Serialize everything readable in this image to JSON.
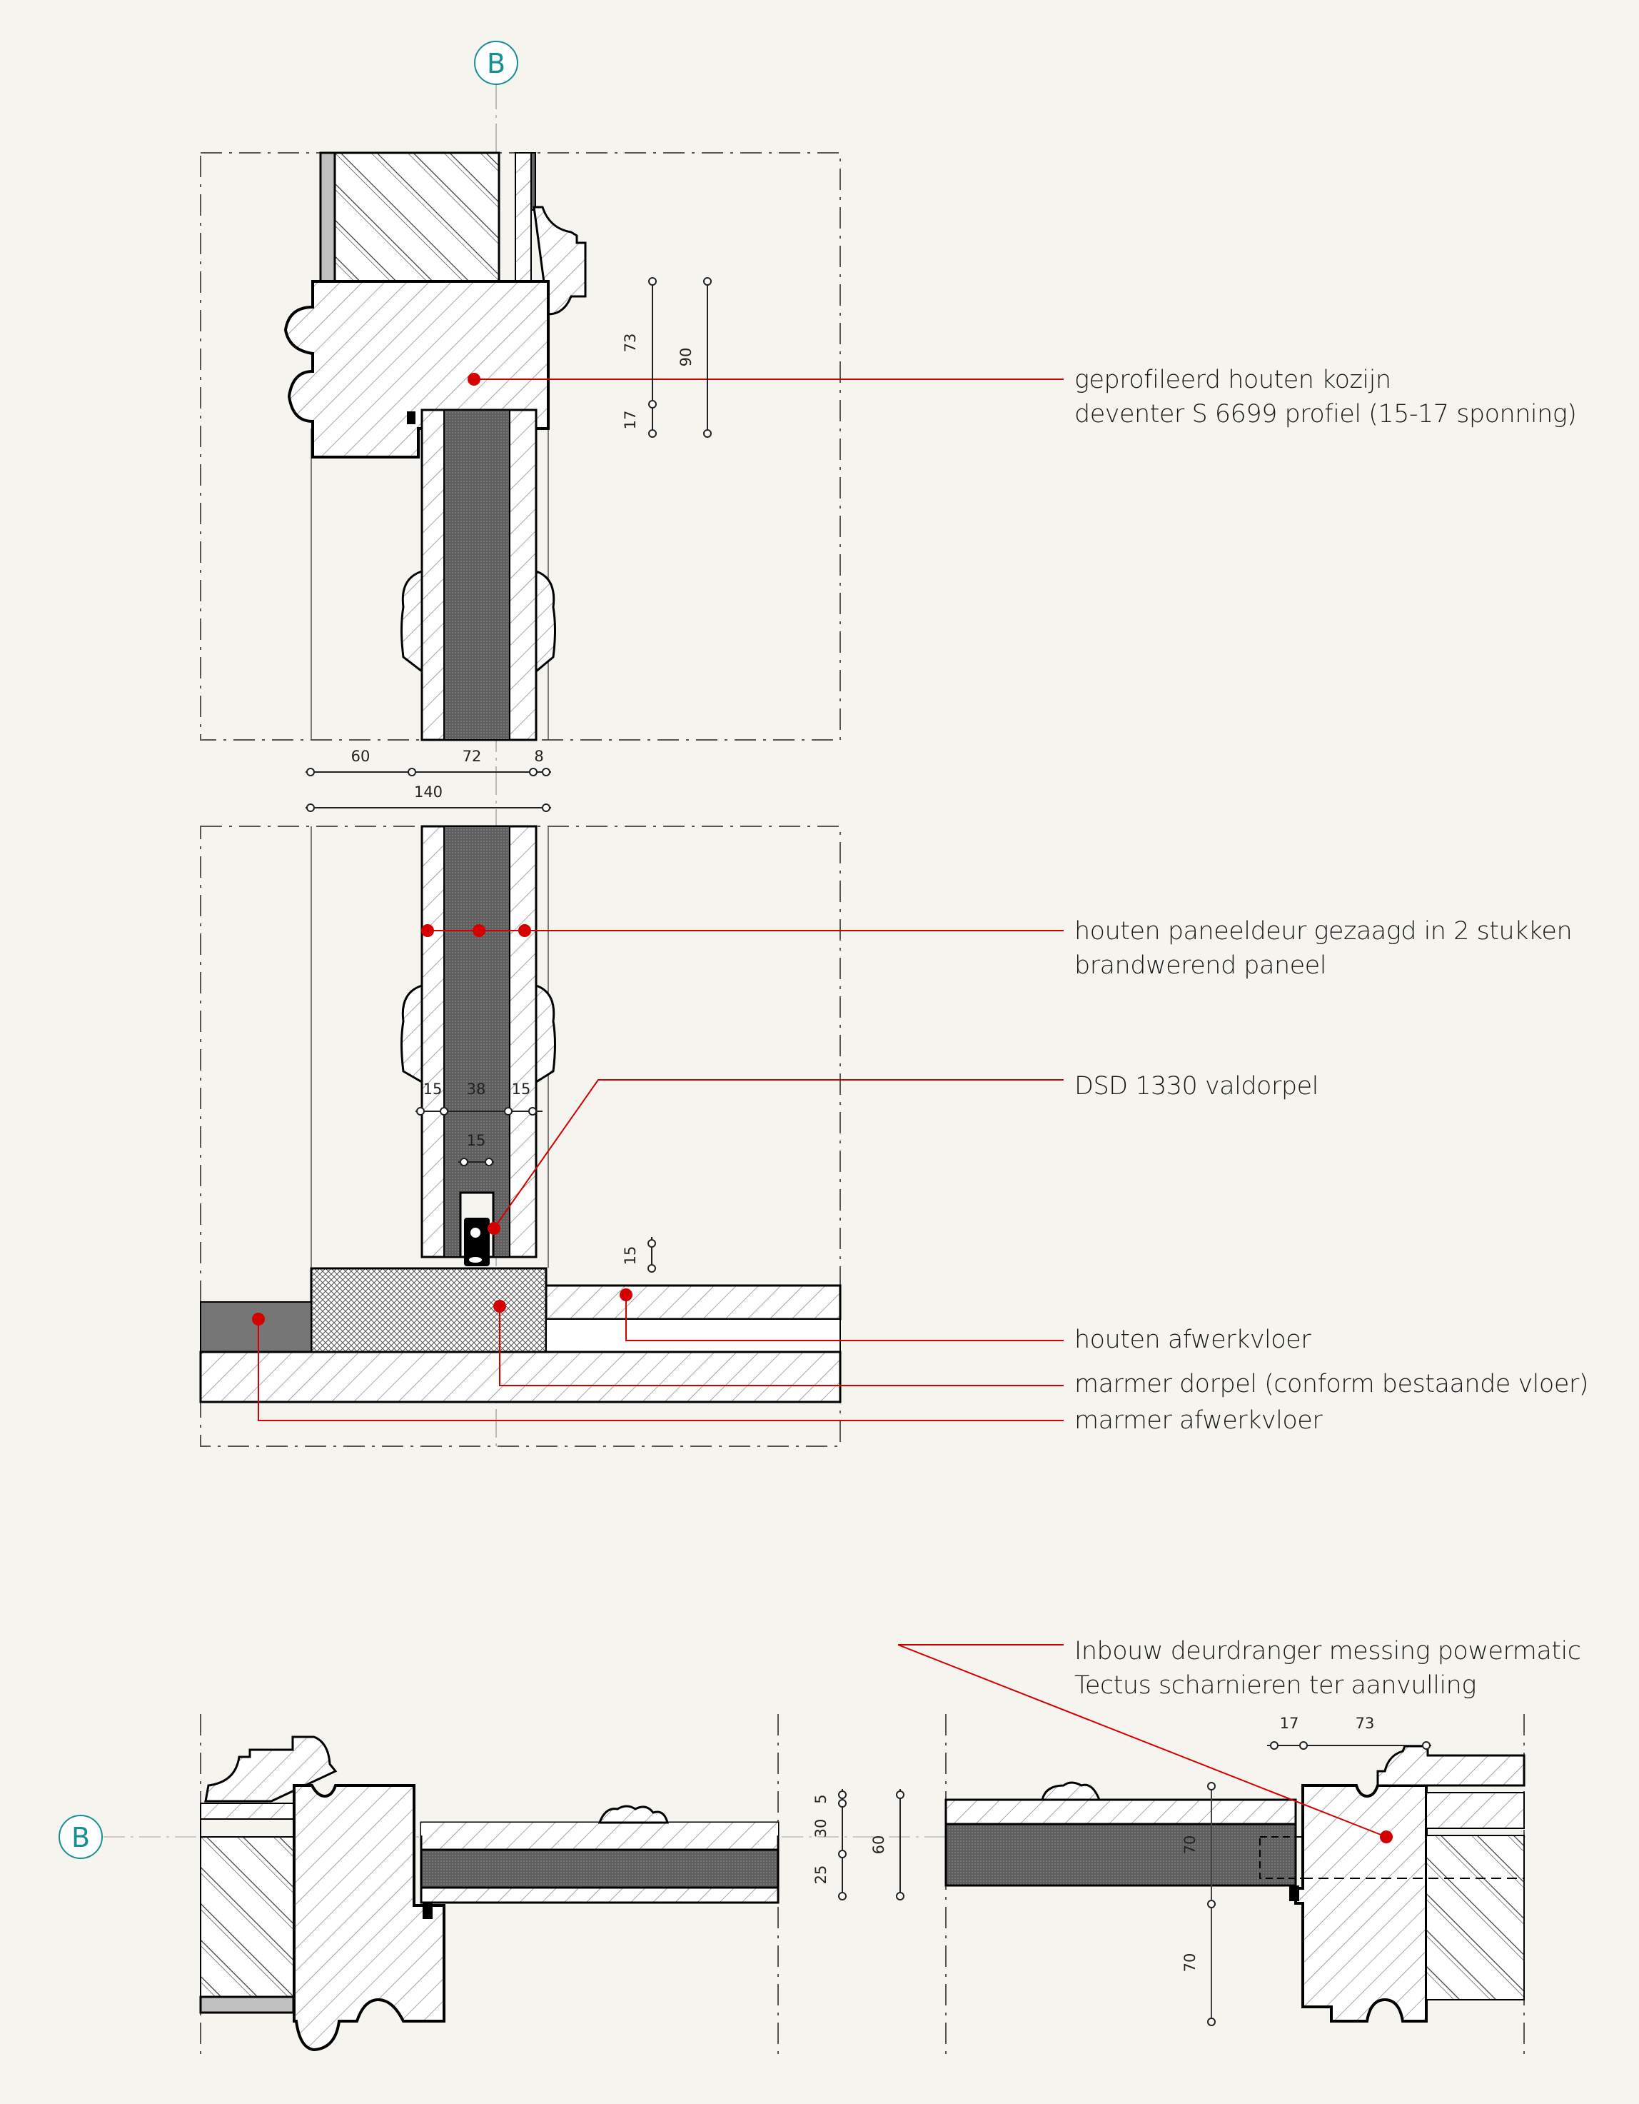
{
  "axis_marker": {
    "label": "B",
    "color": "#178f93"
  },
  "colors": {
    "leader": "#d40000",
    "panel_core": "#6b6b6b",
    "marble_floor": "#767676",
    "background": "#f5f4ef"
  },
  "annotations": {
    "kozijn": {
      "line1": "geprofileerd houten kozijn",
      "line2": "deventer S 6699 profiel (15-17 sponning)"
    },
    "paneeldeur": {
      "line1": "houten paneeldeur gezaagd in 2 stukken",
      "line2": "brandwerend paneel"
    },
    "valdorpel": {
      "line1": "DSD 1330 valdorpel"
    },
    "houten_vloer": {
      "line1": "houten afwerkvloer"
    },
    "marmer_dorpel": {
      "line1": "marmer dorpel (conform bestaande vloer)"
    },
    "marmer_vloer": {
      "line1": "marmer afwerkvloer"
    },
    "deurdranger": {
      "line1": "Inbouw deurdranger messing powermatic",
      "line2": "Tectus scharnieren ter aanvulling"
    }
  },
  "dimensions": {
    "top_frame": {
      "d73": "73",
      "d17": "17",
      "d90": "90"
    },
    "width_row": {
      "d60": "60",
      "d72": "72",
      "d8": "8",
      "d140": "140"
    },
    "door_thickness": {
      "d15a": "15",
      "d38": "38",
      "d15b": "15",
      "d15c": "15"
    },
    "threshold": {
      "d15": "15"
    },
    "plan_left": {
      "d5": "5",
      "d30": "30",
      "d25": "25",
      "d60": "60"
    },
    "plan_right": {
      "d17": "17",
      "d73": "73",
      "d70a": "70",
      "d70b": "70"
    }
  }
}
